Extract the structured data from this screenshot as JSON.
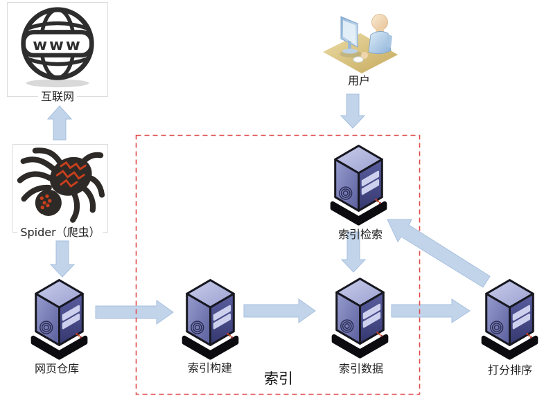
{
  "diagram": {
    "nodes": {
      "internet": {
        "label": "互联网"
      },
      "spider": {
        "label": "Spider（爬虫）"
      },
      "user": {
        "label": "用户"
      },
      "web_repo": {
        "label": "网页仓库"
      },
      "index_build": {
        "label": "索引构建"
      },
      "index_data": {
        "label": "索引数据"
      },
      "index_search": {
        "label": "索引检索"
      },
      "ranking": {
        "label": "打分排序"
      }
    },
    "group": {
      "label": "索引",
      "contains": [
        "index_build",
        "index_data",
        "index_search"
      ]
    },
    "globe_text": "www",
    "edges": [
      {
        "from": "spider",
        "to": "internet"
      },
      {
        "from": "spider",
        "to": "web_repo"
      },
      {
        "from": "web_repo",
        "to": "index_build"
      },
      {
        "from": "index_build",
        "to": "index_data"
      },
      {
        "from": "index_data",
        "to": "ranking"
      },
      {
        "from": "user",
        "to": "index_search"
      },
      {
        "from": "index_search",
        "to": "index_data"
      },
      {
        "from": "ranking",
        "to": "index_search"
      }
    ],
    "colors": {
      "arrow_fill": "#c2d4ea",
      "arrow_stroke": "#a6bfde",
      "group_border": "#e14b4b",
      "server_body": "#4c509a",
      "label_text": "#222222"
    }
  }
}
